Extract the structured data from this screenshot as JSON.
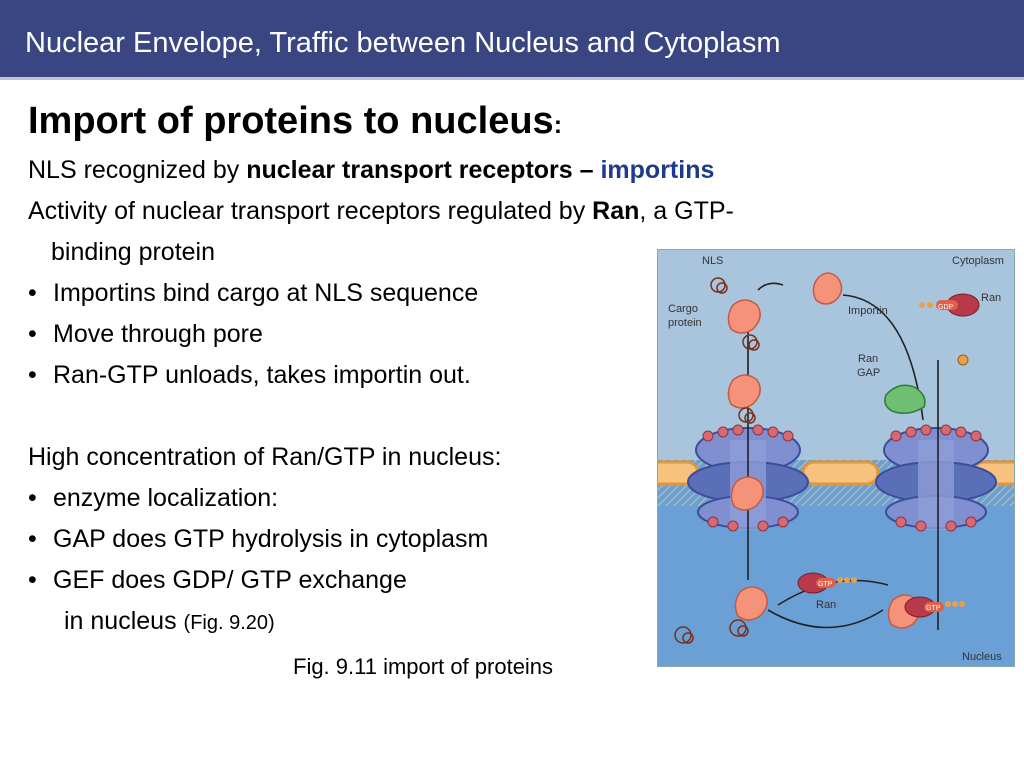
{
  "header": {
    "title": "Nuclear Envelope, Traffic between Nucleus and Cytoplasm"
  },
  "content": {
    "heading": "Import of proteins to nucleus",
    "heading_colon": ":",
    "line1_a": "NLS recognized by ",
    "line1_b": "nuclear transport receptors – ",
    "line1_c": "importins",
    "line2_a": "Activity of nuclear transport receptors regulated by ",
    "line2_b": "Ran",
    "line2_c": ", a GTP-",
    "line3": "binding protein",
    "bullets1": [
      "Importins bind cargo at NLS sequence",
      "Move through pore",
      "Ran-GTP unloads, takes importin out."
    ],
    "line4": "High concentration of Ran/GTP in nucleus:",
    "bullets2": [
      "enzyme localization:",
      "GAP does GTP hydrolysis in cytoplasm",
      "GEF does GDP/ GTP exchange"
    ],
    "line5_a": "in nucleus ",
    "line5_b": "(Fig. 9.20)",
    "bullet_char": "•"
  },
  "figure": {
    "labels": {
      "nls": "NLS",
      "cytoplasm": "Cytoplasm",
      "cargo": "Cargo",
      "protein": "protein",
      "importin": "Importin",
      "gdp": "GDP",
      "ran_top": "Ran",
      "ran_gap_1": "Ran",
      "ran_gap_2": "GAP",
      "gtp_1": "GTP",
      "ran_bottom": "Ran",
      "gtp_2": "GTP",
      "nucleus": "Nucleus"
    },
    "colors": {
      "cytoplasm_bg": "#a9c4dd",
      "nucleus_bg": "#6aa0d6",
      "membrane": "#f0b266",
      "pore": "#5b6fb8",
      "importin": "#f4937a",
      "ran": "#b83a4a",
      "ran_gap": "#6fbf73"
    }
  },
  "caption": "Fig. 9.11 import of proteins"
}
